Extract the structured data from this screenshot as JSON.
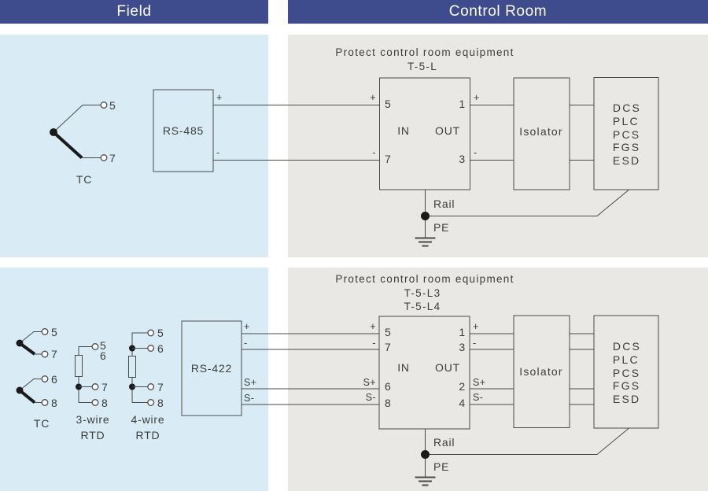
{
  "header": {
    "field_label": "Field",
    "control_label": "Control Room"
  },
  "colors": {
    "header_bg": "#3e4b8c",
    "field_bg": "#d9ecf6",
    "control_bg": "#e9e8e5",
    "line": "#4a4a48"
  },
  "top": {
    "tc": {
      "caption": "TC",
      "t1": "5",
      "t2": "7"
    },
    "converter": {
      "label": "RS-485",
      "plus": "+",
      "minus": "-"
    },
    "title": "Protect control room equipment",
    "model1": "T-5-L",
    "spd": {
      "in": "IN",
      "out": "OUT",
      "in1": "5",
      "in2": "7",
      "out1": "1",
      "out2": "3",
      "lplus": "+",
      "lminus": "-",
      "rplus": "+",
      "rminus": "-"
    },
    "isolator": "Isolator",
    "systems": [
      "DCS",
      "PLC",
      "PCS",
      "FGS",
      "ESD"
    ],
    "rail": "Rail",
    "pe": "PE"
  },
  "bottom": {
    "tc": {
      "caption": "TC",
      "t1": "5",
      "t2": "7",
      "t3": "6",
      "t4": "8"
    },
    "rtd3": {
      "caption1": "3-wire",
      "caption2": "RTD",
      "t1": "5",
      "t2": "6",
      "t3": "7",
      "t4": "8"
    },
    "rtd4": {
      "caption1": "4-wire",
      "caption2": "RTD",
      "t1": "5",
      "t2": "6",
      "t3": "7",
      "t4": "8"
    },
    "converter": {
      "label": "RS-422",
      "plus": "+",
      "minus": "-",
      "splus": "S+",
      "sminus": "S-"
    },
    "title": "Protect control room equipment",
    "model1": "T-5-L3",
    "model2": "T-5-L4",
    "spd": {
      "in": "IN",
      "out": "OUT",
      "in1": "5",
      "in2": "7",
      "in3": "6",
      "in4": "8",
      "out1": "1",
      "out2": "3",
      "out3": "2",
      "out4": "4",
      "lplus": "+",
      "lminus": "-",
      "lsplus": "S+",
      "lsminus": "S-",
      "rplus": "+",
      "rminus": "-",
      "rsplus": "S+",
      "rsminus": "S-"
    },
    "isolator": "Isolator",
    "systems": [
      "DCS",
      "PLC",
      "PCS",
      "FGS",
      "ESD"
    ],
    "rail": "Rail",
    "pe": "PE"
  }
}
